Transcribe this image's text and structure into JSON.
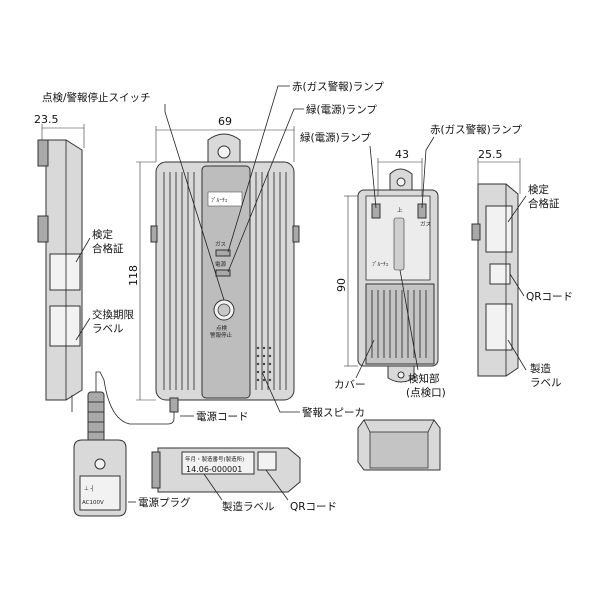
{
  "labels": {
    "inspection_switch": "点検/警報停止スイッチ",
    "red_lamp_top": "赤(ガス警報)ランプ",
    "green_lamp_top": "緑(電源)ランプ",
    "green_lamp_mid": "緑(電源)ランプ",
    "red_lamp_mid": "赤(ガス警報)ランプ",
    "cert_left": [
      "検定",
      "合格証"
    ],
    "exchange_label": [
      "交換期限",
      "ラベル"
    ],
    "power_cord": "電源コード",
    "alarm_speaker": "警報スピーカ",
    "power_plug": "電源プラグ",
    "mfg_label_bottom": "製造ラベル",
    "qr_bottom": "QRコード",
    "cert_right": [
      "検定",
      "合格証"
    ],
    "qr_right": "QRコード",
    "mfg_label_right": [
      "製造",
      "ラベル"
    ],
    "cover": "カバー",
    "sensor": [
      "検知部",
      "(点検口)"
    ]
  },
  "dimensions": {
    "left_depth": "23.5",
    "front_width": "69",
    "front_height": "118",
    "open_width": "43",
    "open_height": "90",
    "right_depth": "25.5"
  },
  "device_text": {
    "gas": "ガス",
    "power": "電源",
    "switch_label": [
      "点検",
      "警報停止"
    ],
    "label_line1": "年月・製造番号(製造所)",
    "label_serial": "14.06-000001",
    "plug_text": "AC100V"
  },
  "colors": {
    "body": "#d9d9d9",
    "panel": "#bdbdbd",
    "outline": "#333333"
  }
}
